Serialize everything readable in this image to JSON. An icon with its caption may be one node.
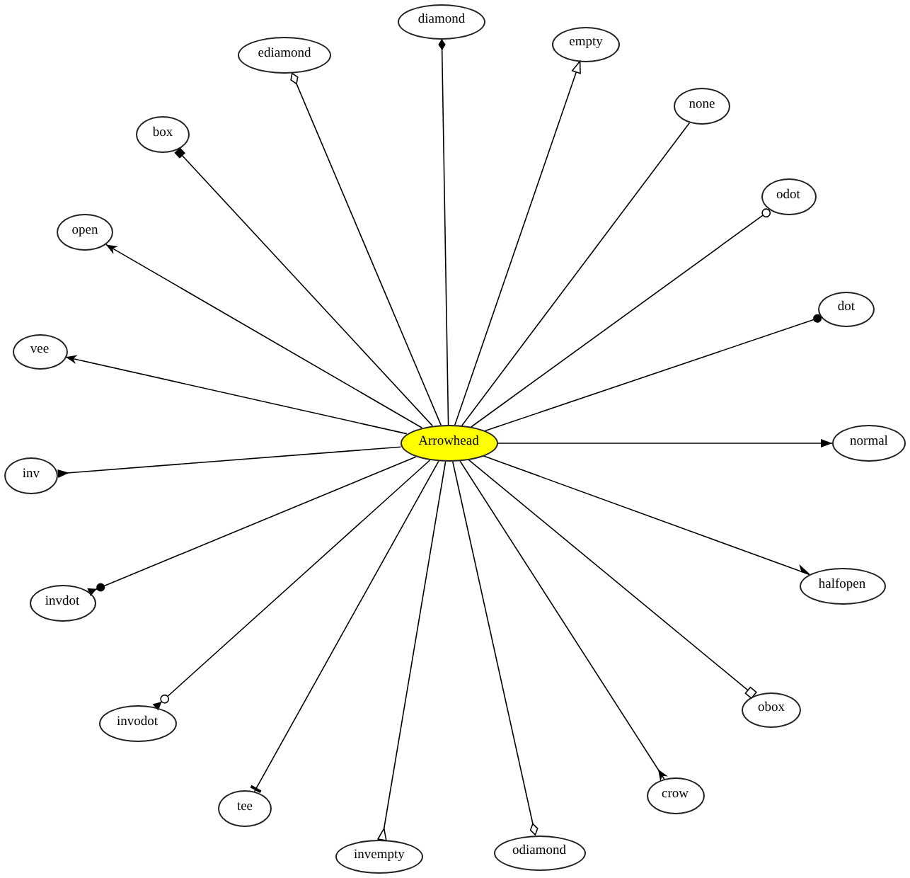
{
  "diagram": {
    "nodes": [
      {
        "text": [
          "diamond"
        ]
      },
      {
        "text": [
          "empty"
        ]
      },
      {
        "text": [
          "ediamond"
        ]
      },
      {
        "text": [
          "none"
        ]
      },
      {
        "text": [
          "box"
        ]
      },
      {
        "text": [
          "odot"
        ]
      },
      {
        "text": [
          "open"
        ]
      },
      {
        "text": [
          "dot"
        ]
      },
      {
        "text": [
          "vee"
        ]
      },
      {
        "text": [
          "Arrowhead"
        ]
      },
      {
        "text": [
          "normal"
        ]
      },
      {
        "text": [
          "inv"
        ]
      },
      {
        "text": [
          "halfopen"
        ]
      },
      {
        "text": [
          "invdot"
        ]
      },
      {
        "text": [
          "obox"
        ]
      },
      {
        "text": [
          "invodot"
        ]
      },
      {
        "text": [
          "crow"
        ]
      },
      {
        "text": [
          "tee"
        ]
      },
      {
        "text": [
          "odiamond"
        ]
      },
      {
        "text": [
          "invempty"
        ]
      }
    ],
    "edges": [
      {
        "from": 9,
        "to": 0,
        "arrow": "other"
      },
      {
        "from": 9,
        "to": 1,
        "arrow": "to"
      },
      {
        "from": 9,
        "to": 2,
        "arrow": "other"
      },
      {
        "from": 9,
        "to": 3,
        "arrow": "none"
      },
      {
        "from": 9,
        "to": 4,
        "arrow": "other"
      },
      {
        "from": 9,
        "to": 5,
        "arrow": "other"
      },
      {
        "from": 9,
        "to": 6,
        "arrow": "to"
      },
      {
        "from": 9,
        "to": 7,
        "arrow": "other"
      },
      {
        "from": 9,
        "to": 8,
        "arrow": "to"
      },
      {
        "from": 9,
        "to": 10,
        "arrow": "to"
      },
      {
        "from": 9,
        "to": 11,
        "arrow": "other"
      },
      {
        "from": 9,
        "to": 12,
        "arrow": "other"
      },
      {
        "from": 9,
        "to": 13,
        "arrow": "other"
      },
      {
        "from": 9,
        "to": 14,
        "arrow": "other"
      },
      {
        "from": 9,
        "to": 15,
        "arrow": "other"
      },
      {
        "from": 9,
        "to": 16,
        "arrow": "other"
      },
      {
        "from": 9,
        "to": 17,
        "arrow": "other"
      },
      {
        "from": 9,
        "to": 18,
        "arrow": "other"
      },
      {
        "from": 9,
        "to": 19,
        "arrow": "other"
      }
    ]
  }
}
